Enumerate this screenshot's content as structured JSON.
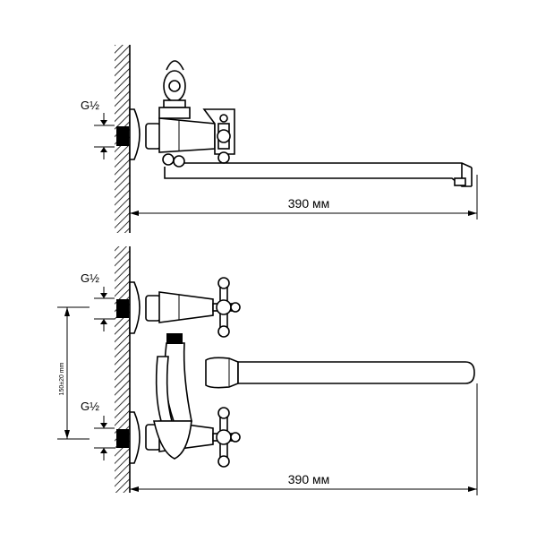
{
  "top_view": {
    "thread_label": "G½",
    "length_label": "390 мм"
  },
  "front_view": {
    "thread_label_upper": "G½",
    "thread_label_lower": "G½",
    "length_label": "390 мм",
    "spacing_label": "150±20 mm"
  }
}
